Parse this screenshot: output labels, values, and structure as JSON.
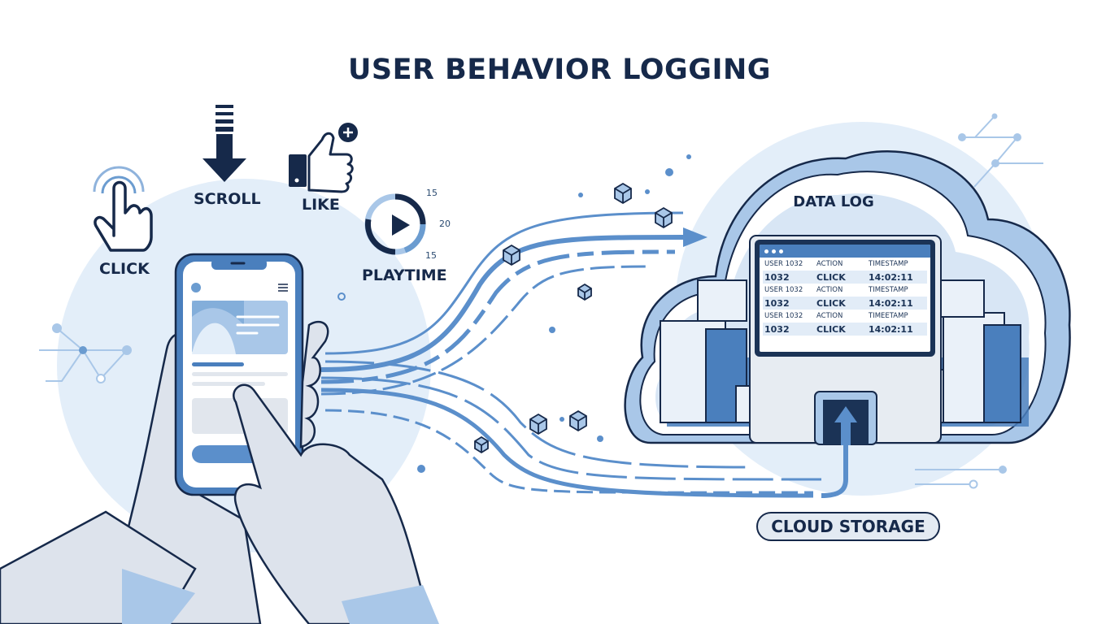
{
  "title": "USER BEHAVIOR LOGGING",
  "actions": {
    "click": {
      "label": "CLICK",
      "icon": "tap-hand-icon"
    },
    "scroll": {
      "label": "SCROLL",
      "icon": "scroll-down-arrow-icon"
    },
    "like": {
      "label": "LIKE",
      "icon": "thumbs-up-plus-icon"
    },
    "playtime": {
      "label": "PLAYTIME",
      "icon": "play-timer-icon",
      "ticks": [
        "15",
        "20",
        "15"
      ]
    }
  },
  "data_log": {
    "title": "DATA LOG",
    "rows": [
      {
        "header": [
          "USER 1032",
          "ACTION",
          "TIMESTAMP"
        ],
        "values": [
          "1032",
          "CLICK",
          "14:02:11"
        ]
      },
      {
        "header": [
          "USER 1032",
          "ACTION",
          "TIMESTAMP"
        ],
        "values": [
          "1032",
          "CLICK",
          "14:02:11"
        ]
      },
      {
        "header": [
          "USER 1032",
          "ACTION",
          "TIMEETAMP"
        ],
        "values": [
          "1032",
          "CLICK",
          "14:02:11"
        ]
      }
    ]
  },
  "storage": {
    "label": "CLOUD STORAGE"
  },
  "colors": {
    "navy": "#16294a",
    "accent_blue": "#4a7fbd",
    "light_blue": "#a9c7e8",
    "pale_blue": "#e3eef9",
    "skin_gray": "#dde3ec"
  }
}
